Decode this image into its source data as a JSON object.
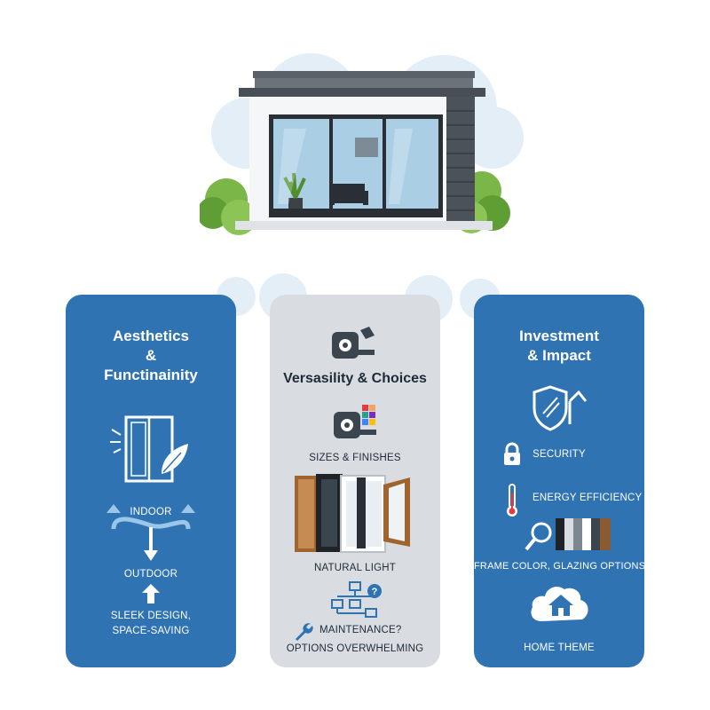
{
  "panels": {
    "aesthetics": {
      "title_line1": "Aesthetics",
      "title_line2": "&",
      "title_line3": "Functinainity",
      "indoor": "INDOOR",
      "outdoor": "OUTDOOR",
      "design_line1": "SLEEK DESIGN,",
      "design_line2": "SPACE-SAVING",
      "bg_color": "#2f73b3"
    },
    "versatility": {
      "title": "Versasility & Choices",
      "sizes": "SIZES & FINISHES",
      "light": "NATURAL LIGHT",
      "maintenance": "MAINTENANCE?",
      "options": "OPTIONS OVERWHELMING",
      "bg_color": "#d9dde2"
    },
    "investment": {
      "title_line1": "Investment",
      "title_line2": "& Impact",
      "security": "SECURITY",
      "energy": "ENERGY EFFICIENCY",
      "frame": "FRAME COLOR, GLAZING OPTIONS",
      "theme": "HOME THEME",
      "bg_color": "#2f73b3"
    }
  },
  "icons": {
    "house": "house-with-sliding-glass-door-icon",
    "window": "window-leaf-icon",
    "arrows": "indoor-outdoor-arrows-icon",
    "tape": "tape-measure-icon",
    "palette": "color-swatch-icon",
    "doors": "sliding-door-frames-icon",
    "flowchart": "flowchart-icon",
    "wrench": "wrench-icon",
    "shield": "shield-arrow-icon",
    "lock": "lock-icon",
    "thermometer": "thermometer-icon",
    "magnifier": "magnifier-icon",
    "swatches": "frame-swatches-icon",
    "cloud_home": "cloud-home-icon"
  }
}
